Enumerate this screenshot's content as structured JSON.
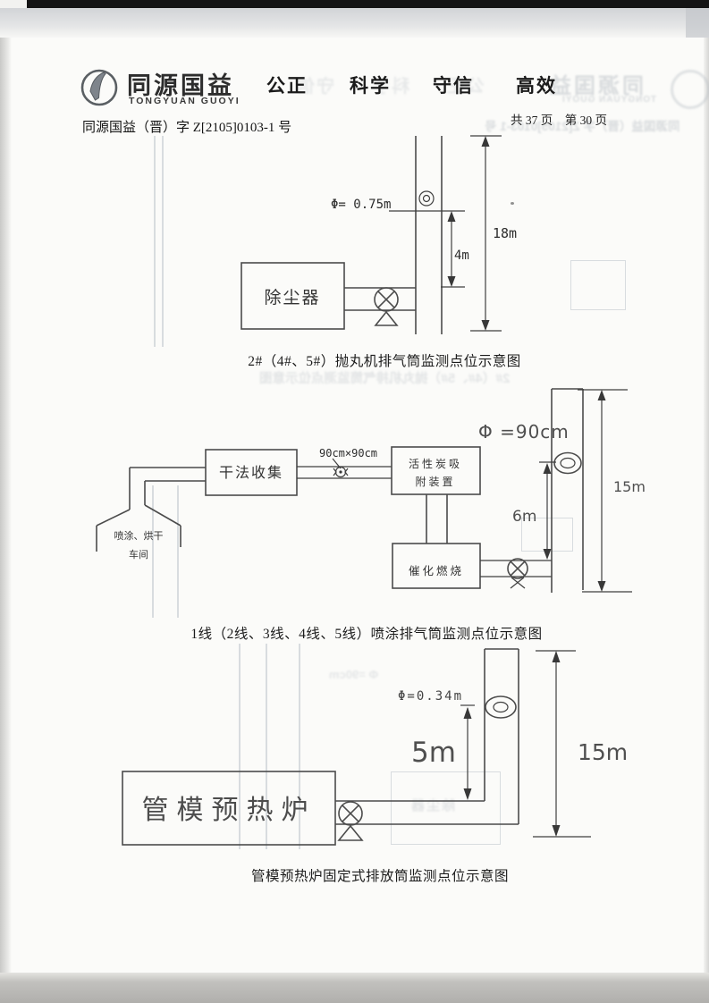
{
  "header": {
    "brand": "同源国益",
    "brand_en": "TONGYUAN GUOYI",
    "slogan": {
      "w1": "公正",
      "w2": "科学",
      "w3": "守信",
      "w4": "高效"
    },
    "doc_number": "同源国益（晋）字 Z[2105]0103-1 号",
    "pagination": "共 37 页　第 30 页"
  },
  "diagram1": {
    "caption": "2#（4#、5#）抛丸机排气筒监测点位示意图",
    "equipment": "除尘器",
    "port_diameter": "Φ= 0.75m",
    "port_height": "4m",
    "stack_height": "18m"
  },
  "diagram2": {
    "caption": "1线（2线、3线、4线、5线）喷涂排气筒监测点位示意图",
    "source_line1": "喷涂、烘干",
    "source_line2": "车间",
    "dry_collection": "干法收集",
    "duct_size": "90cm×90cm",
    "adsorber_line1": "活性炭吸",
    "adsorber_line2": "附装置",
    "catalytic": "催化燃烧",
    "port_diameter": "Φ =90cm",
    "port_height": "6m",
    "stack_height": "15m"
  },
  "diagram3": {
    "caption": "管模预热炉固定式排放筒监测点位示意图",
    "equipment": "管模预热炉",
    "port_diameter": "Φ=0.34m",
    "port_height": "5m",
    "stack_height": "15m"
  }
}
